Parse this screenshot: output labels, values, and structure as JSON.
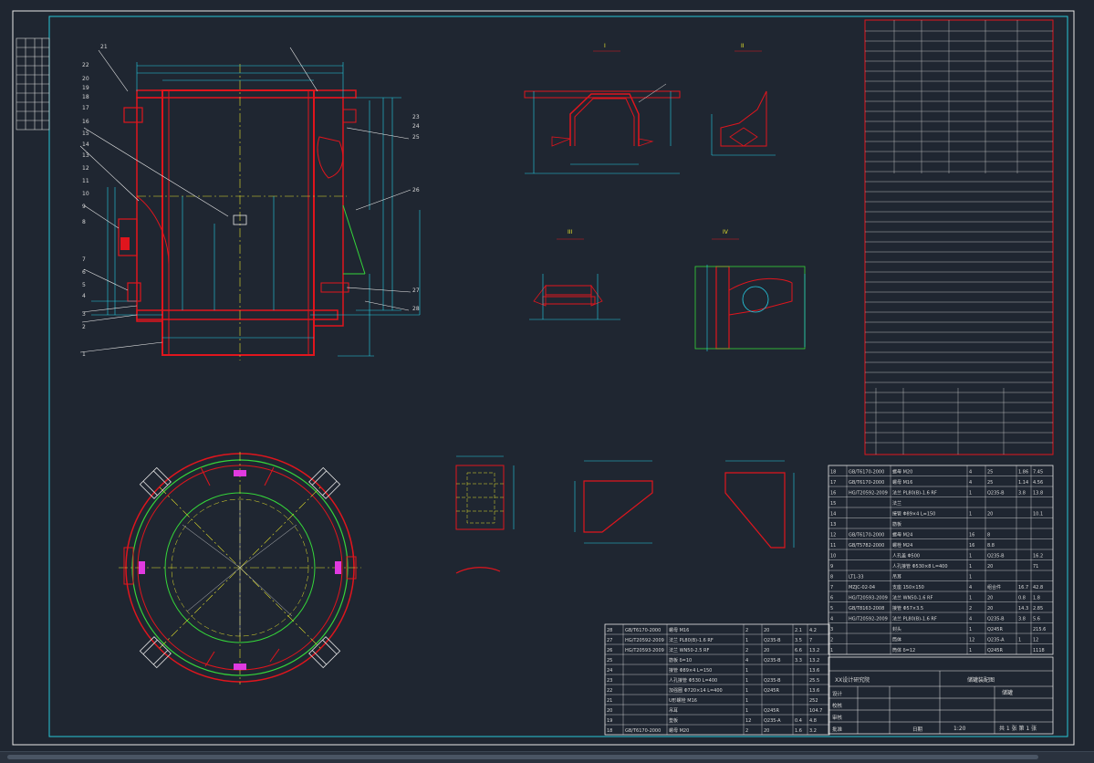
{
  "colors": {
    "background": "#1f2631",
    "frame": "#e8e8e8",
    "border_cyan": "#27c7d6",
    "vessel_red": "#e0151d",
    "dim_cyan": "#25cfe6",
    "center_yellow": "#e5e22c",
    "ring_green": "#35d63a",
    "lug_magenta": "#e03ae0",
    "text_white": "#d8d8d8"
  },
  "view_labels": {
    "section_i": "I",
    "section_ii": "II",
    "section_iii": "III",
    "section_iv": "IV"
  },
  "part_numbers_left": [
    "21",
    "22",
    "20",
    "19",
    "18",
    "17",
    "16",
    "15",
    "14",
    "13",
    "12",
    "11",
    "10",
    "9",
    "8",
    "7",
    "6",
    "5",
    "4",
    "3",
    "2",
    "1"
  ],
  "part_numbers_right": [
    "23",
    "24",
    "25",
    "26",
    "27",
    "28"
  ],
  "parts_table_right": [
    {
      "no": "18",
      "std": "GB/T6170-2000",
      "name": "螺母 M20",
      "qty": "4",
      "mat": "25",
      "unit": "1.86",
      "total": "7.45"
    },
    {
      "no": "17",
      "std": "GB/T6170-2000",
      "name": "螺母 M16",
      "qty": "4",
      "mat": "25",
      "unit": "1.14",
      "total": "4.56"
    },
    {
      "no": "16",
      "std": "HG/T20592-2009",
      "name": "法兰 PL80(B)-1.6 RF",
      "qty": "1",
      "mat": "Q235-B",
      "unit": "3.8",
      "total": "13.8"
    },
    {
      "no": "15",
      "std": "",
      "name": "法兰",
      "qty": "",
      "mat": "",
      "unit": "",
      "total": ""
    },
    {
      "no": "14",
      "std": "",
      "name": "接管 Φ89×4 L=150",
      "qty": "1",
      "mat": "20",
      "unit": "",
      "total": "10.1"
    },
    {
      "no": "13",
      "std": "",
      "name": "筋板",
      "qty": "",
      "mat": "",
      "unit": "",
      "total": ""
    },
    {
      "no": "12",
      "std": "GB/T6170-2000",
      "name": "螺母 M24",
      "qty": "16",
      "mat": "8",
      "unit": "",
      "total": ""
    },
    {
      "no": "11",
      "std": "GB/T5782-2000",
      "name": "螺栓 M24",
      "qty": "16",
      "mat": "8.8",
      "unit": "",
      "total": ""
    },
    {
      "no": "10",
      "std": "",
      "name": "人孔盖 Φ500",
      "qty": "1",
      "mat": "Q235-B",
      "unit": "",
      "total": "16.2"
    },
    {
      "no": "9",
      "std": "",
      "name": "人孔接管 Φ530×8 L=400",
      "qty": "1",
      "mat": "20",
      "unit": "",
      "total": "71"
    },
    {
      "no": "8",
      "std": "LT1-33",
      "name": "吊耳",
      "qty": "1",
      "mat": "",
      "unit": "",
      "total": ""
    },
    {
      "no": "7",
      "std": "MZJC-02-04",
      "name": "支座 150×150",
      "qty": "4",
      "mat": "组合件",
      "unit": "16.7",
      "total": "42.8"
    },
    {
      "no": "6",
      "std": "HG/T20593-2009",
      "name": "法兰 WN50-1.6 RF",
      "qty": "1",
      "mat": "20",
      "unit": "0.8",
      "total": "1.8"
    },
    {
      "no": "5",
      "std": "GB/T8163-2008",
      "name": "接管 Φ57×3.5",
      "qty": "2",
      "mat": "20",
      "unit": "14.3",
      "total": "2.85"
    },
    {
      "no": "4",
      "std": "HG/T20592-2009",
      "name": "法兰 PL80(B)-1.6 RF",
      "qty": "4",
      "mat": "Q235-B",
      "unit": "3.8",
      "total": "5.6"
    },
    {
      "no": "3",
      "std": "",
      "name": "封头",
      "qty": "1",
      "mat": "Q245R",
      "unit": "",
      "total": "215.6"
    },
    {
      "no": "2",
      "std": "",
      "name": "筒体",
      "qty": "12",
      "mat": "Q235-A",
      "unit": "1",
      "total": "12"
    },
    {
      "no": "1",
      "std": "",
      "name": "筒体 δ=12",
      "qty": "1",
      "mat": "Q245R",
      "unit": "",
      "total": "1118"
    }
  ],
  "parts_table_bottom": [
    {
      "no": "28",
      "std": "GB/T6170-2000",
      "name": "螺母 M16",
      "qty": "2",
      "mat": "20",
      "unit": "2.1",
      "total": "4.2"
    },
    {
      "no": "27",
      "std": "HG/T20592-2009",
      "name": "法兰 PL80(B)-1.6 RF",
      "qty": "1",
      "mat": "Q235-B",
      "unit": "3.5",
      "total": "7"
    },
    {
      "no": "26",
      "std": "HG/T20593-2009",
      "name": "法兰 WN50-2.5 RF",
      "qty": "2",
      "mat": "20",
      "unit": "6.6",
      "total": "13.2"
    },
    {
      "no": "25",
      "std": "",
      "name": "筋板 δ=10",
      "qty": "4",
      "mat": "Q235-B",
      "unit": "3.3",
      "total": "13.2"
    },
    {
      "no": "24",
      "std": "",
      "name": "接管 Φ89×4 L=150",
      "qty": "1",
      "mat": "",
      "unit": "",
      "total": "13.6"
    },
    {
      "no": "23",
      "std": "",
      "name": "人孔接管 Φ530 L=400",
      "qty": "1",
      "mat": "Q235-B",
      "unit": "",
      "total": "25.5"
    },
    {
      "no": "22",
      "std": "",
      "name": "加强圈 Φ720×14 L=400",
      "qty": "1",
      "mat": "Q245R",
      "unit": "",
      "total": "13.6"
    },
    {
      "no": "21",
      "std": "",
      "name": "U形螺栓 M16",
      "qty": "1",
      "mat": "",
      "unit": "",
      "total": "252"
    },
    {
      "no": "20",
      "std": "",
      "name": "吊耳",
      "qty": "1",
      "mat": "Q245R",
      "unit": "",
      "total": "104.7"
    },
    {
      "no": "19",
      "std": "",
      "name": "垫板",
      "qty": "12",
      "mat": "Q235-A",
      "unit": "0.4",
      "total": "4.8"
    },
    {
      "no": "18",
      "std": "GB/T6170-2000",
      "name": "螺母 M20",
      "qty": "2",
      "mat": "20",
      "unit": "1.6",
      "total": "3.2"
    }
  ],
  "title_block": {
    "company": "XX设计研究院",
    "project": "储罐",
    "drawing_title": "储罐装配图",
    "scale": "1:20",
    "sheet": "共 1 张 第 1 张",
    "roles": [
      "设计",
      "校核",
      "审核",
      "批准"
    ],
    "date_label": "日期",
    "sheet_label": "第 1 张"
  }
}
